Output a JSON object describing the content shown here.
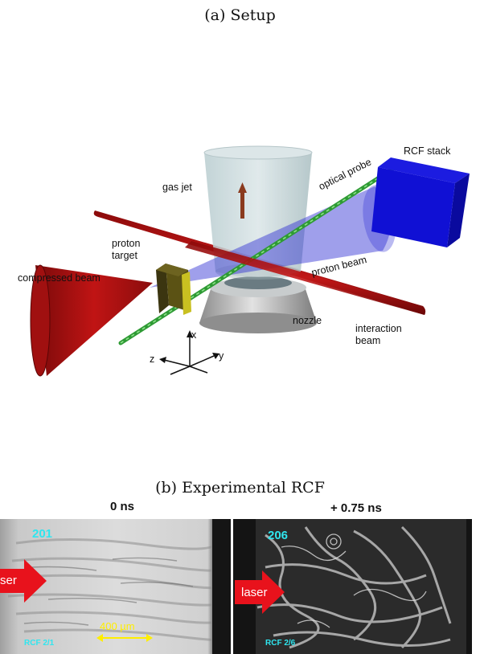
{
  "panel_a": {
    "caption": "(a) Setup",
    "labels": {
      "gas_jet": "gas jet",
      "optical_probe": "optical probe",
      "rcf_stack": "RCF stack",
      "proton_target": "proton\ntarget",
      "compressed_beam": "compressed beam",
      "proton_beam": "proton beam",
      "nozzle": "nozzle",
      "interaction_beam": "interaction\nbeam"
    },
    "axes": {
      "x": "x",
      "y": "y",
      "z": "z"
    }
  },
  "panel_b": {
    "caption": "(b) Experimental RCF",
    "left": {
      "title": "0 ns",
      "id": "201",
      "laser": "ser",
      "tag": "RCF 2/1",
      "scale": "400 µm"
    },
    "right": {
      "title": "+ 0.75 ns",
      "id": "206",
      "laser": "laser",
      "tag": "RCF 2/6"
    }
  },
  "colors": {
    "label_cyan": "#2fe6ef",
    "arrow_red": "#e8121c",
    "scale_yellow": "#ffee00"
  }
}
